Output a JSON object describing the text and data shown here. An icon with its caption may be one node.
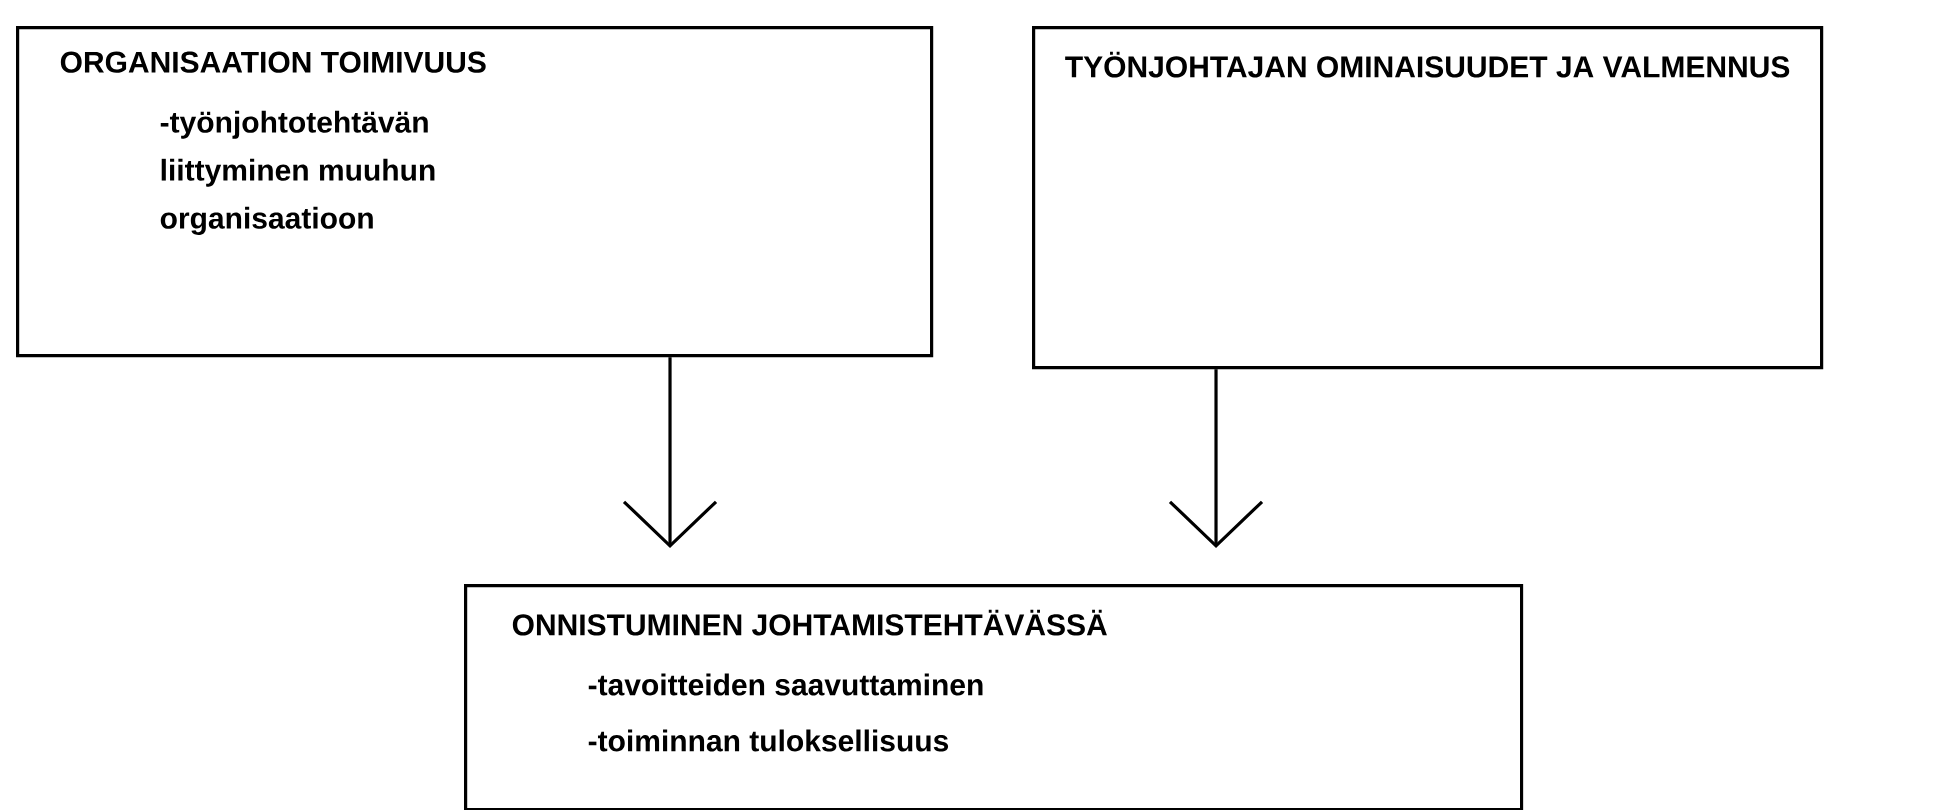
{
  "diagram": {
    "nodes": [
      {
        "text": [
          "ORGANISAATION TOIMIVUUS",
          "-työnjohtotehtävän liittyminen muuhun organisaatioon"
        ]
      },
      {
        "text": [
          "TYÖNJOHTAJAN OMINAISUUDET JA VALMENNUS"
        ]
      },
      {
        "text": [
          "ONNISTUMINEN JOHTAMISTEHTÄVÄSSÄ",
          "-tavoitteiden saavuttaminen",
          "-toiminnan tuloksellisuus"
        ]
      }
    ],
    "edges": [
      {
        "from": 0,
        "to": 2,
        "arrow": "to"
      },
      {
        "from": 1,
        "to": 2,
        "arrow": "to"
      }
    ]
  }
}
